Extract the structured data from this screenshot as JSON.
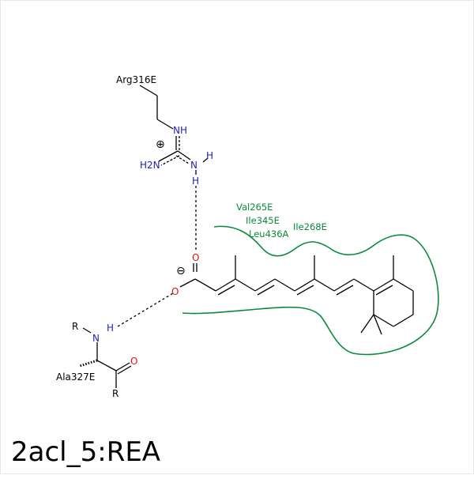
{
  "title": "2acl_5:REA",
  "residues": {
    "arg": "Arg316E",
    "ala": "Ala327E",
    "hydrophobic": [
      "Val265E",
      "Ile345E",
      "Leu436A",
      "Ile268E"
    ]
  },
  "atoms": {
    "nh": "NH",
    "n": "N",
    "h": "H",
    "h2n": "H2N",
    "o": "O",
    "r": "R",
    "plus": "⊕",
    "minus": "⊖"
  },
  "colors": {
    "bond": "#000000",
    "nitrogen": "#1f1fbf",
    "oxygen": "#e01010",
    "hydrophobic": "#0a8a3c"
  }
}
